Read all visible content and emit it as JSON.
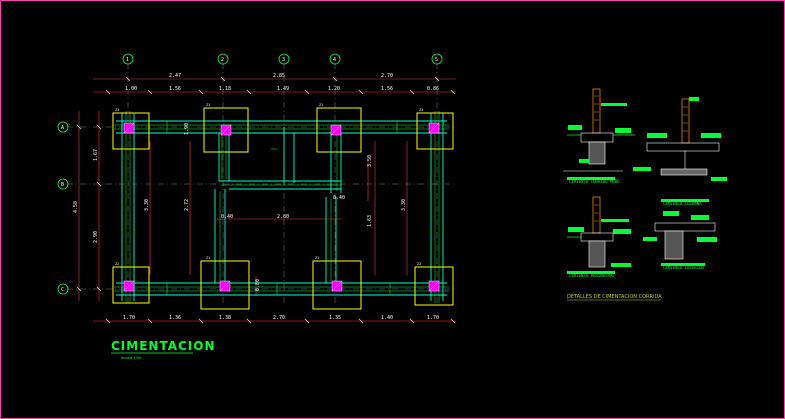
{
  "drawing": {
    "title": "CIMENTACION",
    "scale": "escala 1/50",
    "details_caption": "DETALLES DE CIMENTACION CORRIDA",
    "detail_captions": [
      "CIMIENTO CORRIDO MURO",
      "CIMIENTO COLUMNA",
      "CIMIENTO PERIMETRAL",
      "CIMIENTO INTERIOR"
    ],
    "colors": {
      "background": "#000000",
      "frame": "#ff3fb5",
      "footing": "#ffff00",
      "beam": "#00ffcc",
      "rebar": "#00ff33",
      "column": "#ff00ff",
      "dimension": "#ff3333",
      "axis_bubble": "#00ff33"
    },
    "grid_axes_top": [
      "1",
      "2",
      "3",
      "4",
      "5"
    ],
    "grid_axes_left": [
      "A",
      "B",
      "C"
    ],
    "top_dims_overall": [
      "2.47",
      "2.85",
      "2.70"
    ],
    "top_dims_partial": [
      "1.00",
      "1.56",
      "1.18",
      "1.49",
      "1.20",
      "1.56",
      "0.86"
    ],
    "bottom_dims": [
      "1.70",
      "1.36",
      "1.38",
      "2.70",
      "1.35",
      "1.40",
      "1.70"
    ],
    "left_dims_outer": [
      "4.58"
    ],
    "left_dims_inner": [
      "1.67",
      "2.90"
    ],
    "inner_dims": [
      "1.90",
      "2.72",
      "3.30",
      "3.50",
      "0.40",
      "2.80",
      "0.40",
      "1.63",
      "3.30",
      "0.80"
    ],
    "footing_tags": [
      "Z3",
      "Z1",
      "Z1",
      "Z3",
      "Z2",
      "Z1",
      "Z1",
      "Z2"
    ]
  }
}
